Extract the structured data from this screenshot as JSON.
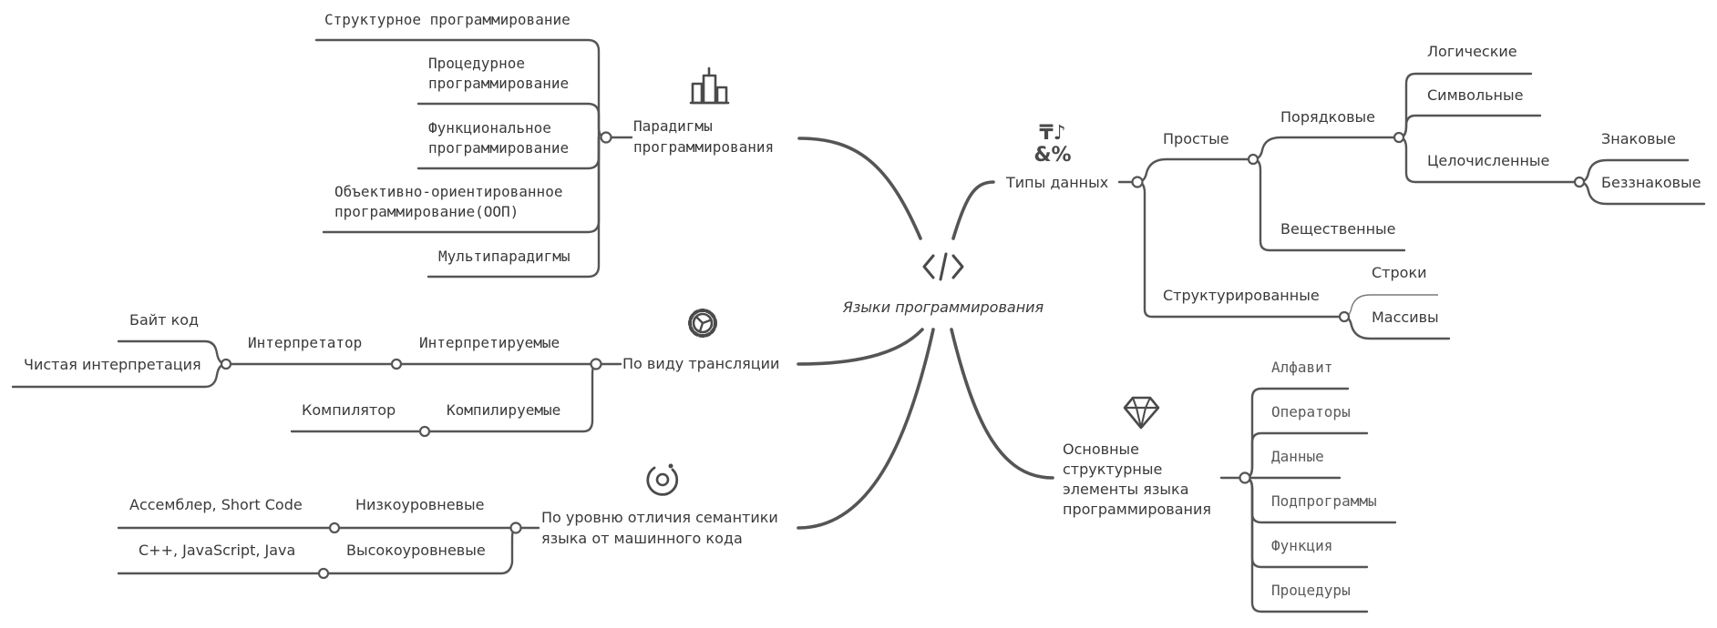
{
  "root": {
    "label": "Языки программирования",
    "icon": "code-icon"
  },
  "paradigms": {
    "label_lines": [
      "Парадигмы",
      "программирования"
    ],
    "icon": "buildings-icon",
    "children": [
      [
        "Структурное программирование"
      ],
      [
        "Процедурное",
        "программирование"
      ],
      [
        "Функциональное",
        "программирование"
      ],
      [
        "Объективно-ориентированное",
        "программирование(ООП)"
      ],
      [
        "Мультипарадигмы"
      ]
    ]
  },
  "translation": {
    "label": "По виду трансляции",
    "icon": "gear-icon",
    "interpreted": {
      "label": "Интерпретируемые",
      "interpreter": "Интерпретатор",
      "leaves": [
        "Байт код",
        "Чистая интерпретация"
      ]
    },
    "compiled": {
      "label": "Компилируемые",
      "compiler": "Компилятор"
    }
  },
  "semantics": {
    "label_lines": [
      "По уровню отличия семантики",
      "языка от машинного кода"
    ],
    "icon": "orbit-icon",
    "low": {
      "label": "Низкоуровневые",
      "example": "Ассемблер, Short Code"
    },
    "high": {
      "label": "Высокоуровневые",
      "example": "C++, JavaScript, Java"
    }
  },
  "types": {
    "label": "Типы данных",
    "icon": "symbols-icon",
    "icon_glyphs": [
      "₸♪",
      "&%"
    ],
    "simple": {
      "label": "Простые",
      "ordinal": {
        "label": "Порядковые",
        "logical": "Логические",
        "symbolic": "Символьные",
        "integer": {
          "label": "Целочисленные",
          "signed": "Знаковые",
          "unsigned": "Беззнаковые"
        }
      },
      "real": "Вещественные"
    },
    "structured": {
      "label": "Структурированные",
      "strings": "Строки",
      "arrays": "Массивы"
    }
  },
  "elements": {
    "label_lines": [
      "Основные",
      "структурные",
      "элементы языка",
      "программирования"
    ],
    "icon": "diamond-icon",
    "items": [
      "Алфавит",
      "Операторы",
      "Данные",
      "Подпрограммы",
      "Функция",
      "Процедуры"
    ]
  }
}
